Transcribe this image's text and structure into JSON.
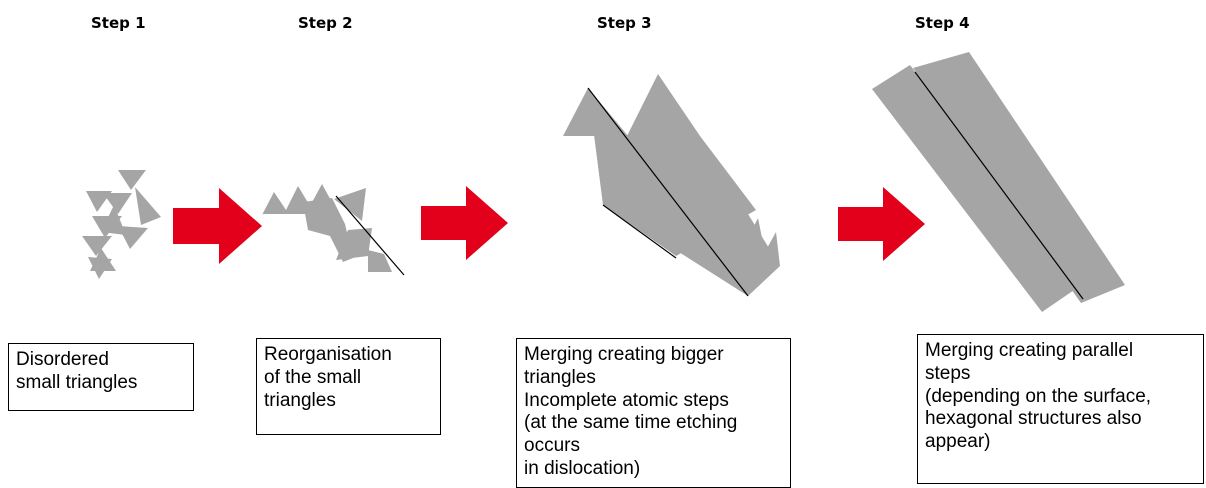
{
  "colors": {
    "shape_fill": "#a5a5a5",
    "arrow_fill": "#e3001b",
    "outline": "#000000",
    "background": "#ffffff"
  },
  "steps": [
    {
      "title": "Step 1",
      "caption": "Disordered\nsmall triangles"
    },
    {
      "title": "Step 2",
      "caption": "Reorganisation\nof the small\ntriangles"
    },
    {
      "title": "Step 3",
      "caption": "Merging creating bigger triangles\nIncomplete atomic steps\n(at the same time etching occurs\nin dislocation)"
    },
    {
      "title": "Step 4",
      "caption": "Merging creating parallel\nsteps\n(depending on the surface,\nhexagonal structures also\nappear)"
    }
  ]
}
